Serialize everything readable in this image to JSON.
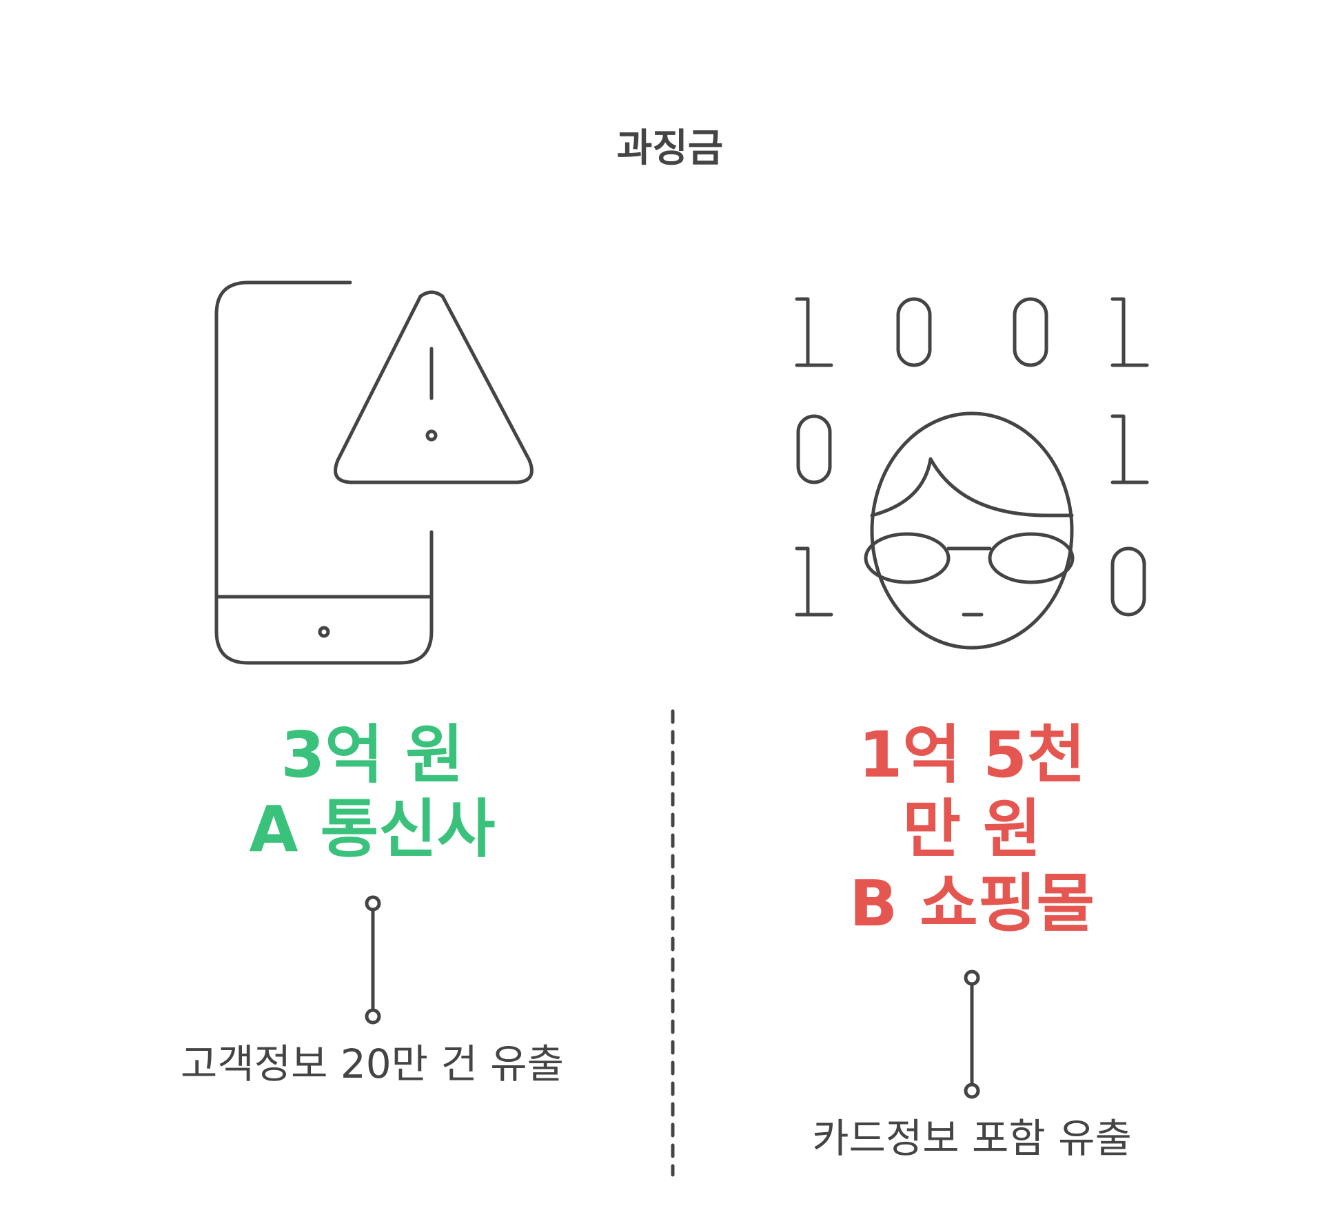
{
  "title": "과징금",
  "left": {
    "amount": "3억 원\nA 통신사",
    "description": "고객정보 20만 건 유출",
    "icon": "phone-warning-icon",
    "accent_color": "#3ac27d"
  },
  "right": {
    "amount": "1억 5천\n만 원\nB 쇼핑몰",
    "description": "카드정보 포함 유출",
    "icon": "hacker-binary-icon",
    "accent_color": "#e55650"
  }
}
